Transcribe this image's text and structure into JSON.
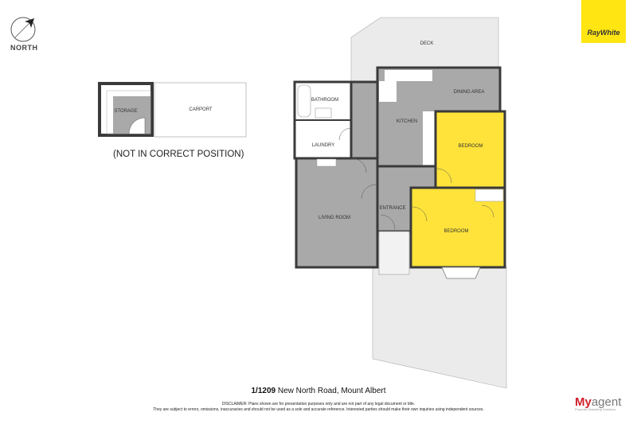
{
  "compass": {
    "label": "NORTH",
    "icon": "north-arrow-icon"
  },
  "outbuilding": {
    "storage": "STORAGE",
    "carport": "CARPORT",
    "note": "(NOT IN CORRECT POSITION)"
  },
  "rooms": {
    "deck": "DECK",
    "bathroom": "BATHROOM",
    "laundry": "LAUNDRY",
    "kitchen": "KITCHEN",
    "dining_area": "DINING AREA",
    "bedroom_1": "BEDROOM",
    "bedroom_2": "BEDROOM",
    "living_room": "LIVING ROOM",
    "entrance": "ENTRANCE"
  },
  "address": {
    "number": "1/1209",
    "street": "New North Road, Mount Albert"
  },
  "disclaimer": {
    "line1": "DISCLAIMER: Plans shown are for presentation purposes only and are not part of any legal document or title.",
    "line2": "They are subject to errors, omissions, inaccuracies and should not be used as a sole and accurate reference. Interested parties should make their own inquiries using independent sources."
  },
  "brands": {
    "raywhite": "RayWhite",
    "myagent_my": "My",
    "myagent_agent": "agent",
    "myagent_tag": "Property Marketing Solutions"
  },
  "colors": {
    "bedroom": "#ffe33a",
    "room": "#a9a9a9",
    "outdoor": "#ebebeb",
    "wall": "#3a3a3a",
    "raywhite": "#ffe512",
    "myagent": "#d0202a"
  }
}
